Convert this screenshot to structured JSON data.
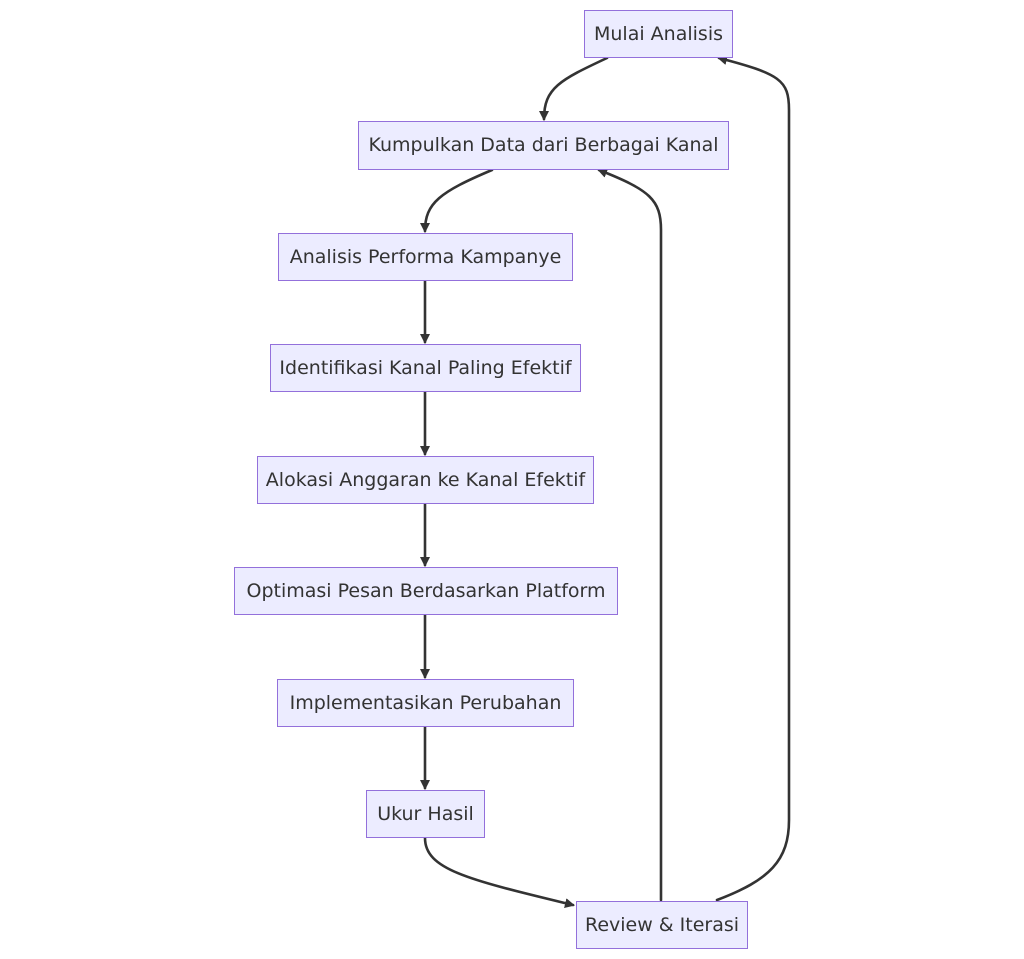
{
  "diagram": {
    "type": "flowchart",
    "colors": {
      "node_fill": "#ececff",
      "node_border": "#9370db",
      "text": "#333333",
      "edge": "#333333"
    },
    "nodes": {
      "mulai_analisis": "Mulai Analisis",
      "kumpulkan_data": "Kumpulkan Data dari Berbagai Kanal",
      "analisis_performa": "Analisis Performa Kampanye",
      "identifikasi_kanal": "Identifikasi Kanal Paling Efektif",
      "alokasi_anggaran": "Alokasi Anggaran ke Kanal Efektif",
      "optimasi_pesan": "Optimasi Pesan Berdasarkan Platform",
      "implementasikan": "Implementasikan Perubahan",
      "ukur_hasil": "Ukur Hasil",
      "review_iterasi": "Review & Iterasi"
    },
    "edges": [
      {
        "from": "mulai_analisis",
        "to": "kumpulkan_data"
      },
      {
        "from": "kumpulkan_data",
        "to": "analisis_performa"
      },
      {
        "from": "analisis_performa",
        "to": "identifikasi_kanal"
      },
      {
        "from": "identifikasi_kanal",
        "to": "alokasi_anggaran"
      },
      {
        "from": "alokasi_anggaran",
        "to": "optimasi_pesan"
      },
      {
        "from": "optimasi_pesan",
        "to": "implementasikan"
      },
      {
        "from": "implementasikan",
        "to": "ukur_hasil"
      },
      {
        "from": "ukur_hasil",
        "to": "review_iterasi"
      },
      {
        "from": "review_iterasi",
        "to": "kumpulkan_data"
      },
      {
        "from": "review_iterasi",
        "to": "mulai_analisis"
      }
    ]
  }
}
